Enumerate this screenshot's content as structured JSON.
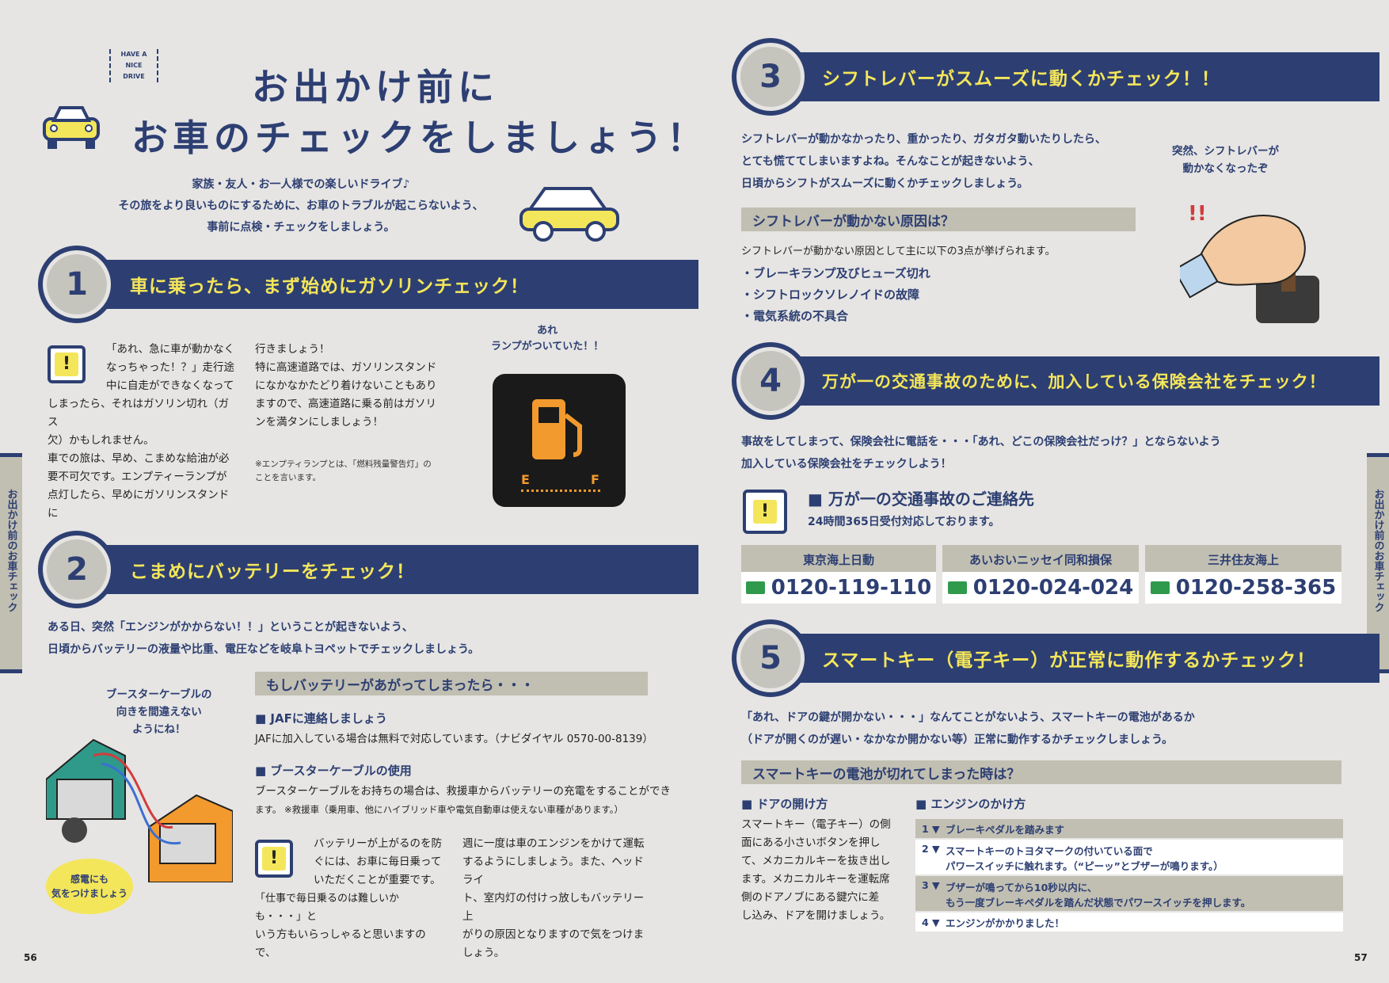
{
  "header": {
    "badge": "HAVE A NICE DRIVE",
    "title_line1": "お出かけ前に",
    "title_line2": "お車のチェックをしましょう！",
    "intro_line1": "家族・友人・お一人様での楽しいドライブ♪",
    "intro_line2": "その旅をより良いものにするために、お車のトラブルが起こらないよう、",
    "intro_line3": "事前に点検・チェックをしましょう。"
  },
  "side_tab": "お出かけ前のお車チェック",
  "page_left": "56",
  "page_right": "57",
  "s1": {
    "num": "1",
    "title": "車に乗ったら、まず始めにガソリンチェック！",
    "col1": [
      "「あれ、急に車が動かなく",
      "なっちゃった！？」走行途",
      "中に自走ができなくなって",
      "しまったら、それはガソリン切れ（ガス",
      "欠）かもしれません。",
      "車での旅は、早め、こまめな給油が必",
      "要不可欠です。エンプティーランプが",
      "点灯したら、早めにガソリンスタンドに"
    ],
    "col2": [
      "行きましょう！",
      "特に高速道路では、ガソリンスタンド",
      "になかなかたどり着けないこともあり",
      "ますので、高速道路に乗る前はガソリ",
      "ンを満タンにしましょう！"
    ],
    "note": [
      "※エンプティランプとは、「燃料残量警告灯」の",
      "ことを言います。"
    ],
    "bubble_line1": "あれ",
    "bubble_line2": "ランプがついていた！！",
    "gauge_e": "E",
    "gauge_f": "F"
  },
  "s2": {
    "num": "2",
    "title": "こまめにバッテリーをチェック！",
    "lead1": "ある日、突然「エンジンがかからない！！」ということが起きないよう、",
    "lead2": "日頃からバッテリーの液量や比重、電圧などを岐阜トヨペットでチェックしましょう。",
    "sub": "もしバッテリーがあがってしまったら・・・",
    "jaf_head": "■ JAFに連絡しましょう",
    "jaf_text": "JAFに加入している場合は無料で対応しています。（ナビダイヤル 0570-00-8139）",
    "cable_head": "■ ブースターケーブルの使用",
    "cable_text1": "ブースターケーブルをお持ちの場合は、救援車からバッテリーの充電をすることができ",
    "cable_text2": "ます。 ※救援車（乗用車、他にハイブリッド車や電気自動車は使えない車種があります。）",
    "tip_col1": [
      "バッテリーが上がるのを防",
      "ぐには、お車に毎日乗って",
      "いただくことが重要です。",
      "「仕事で毎日乗るのは難しいかも・・・」と",
      "いう方もいらっしゃると思いますので、"
    ],
    "tip_col2": [
      "週に一度は車のエンジンをかけて運転",
      "するようにしましょう。また、ヘッドライ",
      "ト、室内灯の付けっ放しもバッテリー上",
      "がりの原因となりますので気をつけま",
      "しょう。"
    ],
    "illus_caption1": "ブースターケーブルの",
    "illus_caption2": "向きを間違えない",
    "illus_caption3": "ようにね！",
    "illus_badge1": "感電にも",
    "illus_badge2": "気をつけましょう"
  },
  "s3": {
    "num": "3",
    "title": "シフトレバーがスムーズに動くかチェック！！",
    "lead": [
      "シフトレバーが動かなかったり、重かったり、ガタガタ動いたりしたら、",
      "とても慌ててしまいますよね。そんなことが起きないよう、",
      "日頃からシフトがスムーズに動くかチェックしましょう。"
    ],
    "sub": "シフトレバーが動かない原因は？",
    "cause_lead": "シフトレバーが動かない原因として主に以下の3点が挙げられます。",
    "causes": [
      "・ブレーキランプ及びヒューズ切れ",
      "・シフトロックソレノイドの故障",
      "・電気系統の不具合"
    ],
    "bubble1": "突然、シフトレバーが",
    "bubble2": "動かなくなったぞ"
  },
  "s4": {
    "num": "4",
    "title": "万が一の交通事故のために、加入している保険会社をチェック！",
    "lead1": "事故をしてしまって、保険会社に電話を・・・「あれ、どこの保険会社だっけ？」とならないよう",
    "lead2": "加入している保険会社をチェックしよう！",
    "contact_head": "■ 万が一の交通事故のご連絡先",
    "contact_sub": "24時間365日受付対応しております。",
    "insurers": [
      {
        "name": "東京海上日動",
        "tel": "0120-119-110"
      },
      {
        "name": "あいおいニッセイ同和損保",
        "tel": "0120-024-024"
      },
      {
        "name": "三井住友海上",
        "tel": "0120-258-365"
      }
    ]
  },
  "s5": {
    "num": "5",
    "title": "スマートキー（電子キー）が正常に動作するかチェック！",
    "lead1": "「あれ、ドアの鍵が開かない・・・」なんてことがないよう、スマートキーの電池があるか",
    "lead2": "（ドアが開くのが遅い・なかなか開かない等）正常に動作するかチェックしましょう。",
    "sub": "スマートキーの電池が切れてしまった時は？",
    "door_head": "■ ドアの開け方",
    "door_text": [
      "スマートキー（電子キー）の側",
      "面にある小さいボタンを押し",
      "て、メカニカルキーを抜き出し",
      "ます。メカニカルキーを運転席",
      "側のドアノブにある鍵穴に差",
      "し込み、ドアを開けましょう。"
    ],
    "engine_head": "■ エンジンのかけ方",
    "steps": [
      {
        "n": "1 ▼",
        "t1": "ブレーキペダルを踏みます",
        "t2": ""
      },
      {
        "n": "2 ▼",
        "t1": "スマートキーのトヨタマークの付いている面で",
        "t2": "パワースイッチに触れます。（“ピーッ”とブザーが鳴ります。）"
      },
      {
        "n": "3 ▼",
        "t1": "ブザーが鳴ってから10秒以内に、",
        "t2": "もう一度ブレーキペダルを踏んだ状態でパワースイッチを押します。"
      },
      {
        "n": "4 ▼",
        "t1": "エンジンがかかりました！",
        "t2": ""
      }
    ]
  }
}
